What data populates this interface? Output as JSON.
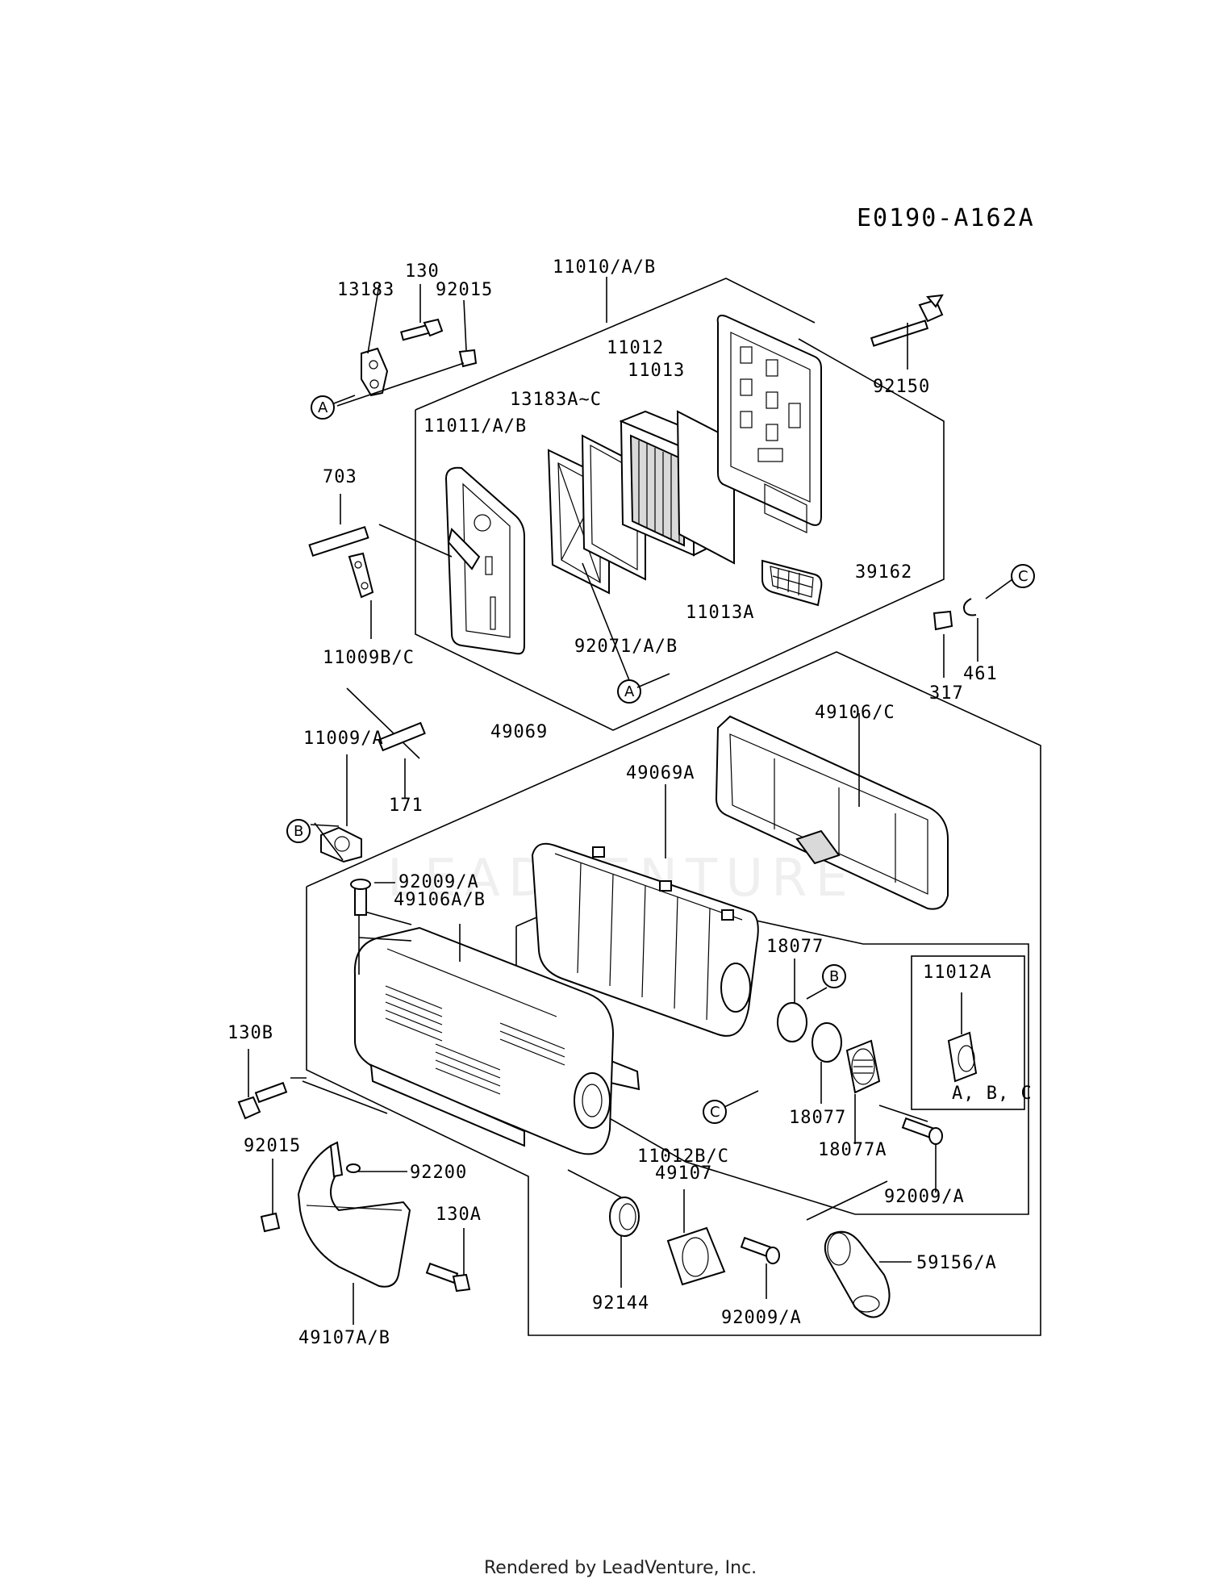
{
  "diagram": {
    "code": "E0190-A162A",
    "watermark": "LEADVENTURE",
    "footer": "Rendered by LeadVenture, Inc.",
    "parts": {
      "p130": "130",
      "p13183": "13183",
      "p92015_top": "92015",
      "p11010": "11010/A/B",
      "p11012": "11012",
      "p11013": "11013",
      "p13183AC": "13183A~C",
      "p11011": "11011/A/B",
      "p92150": "92150",
      "p703": "703",
      "p39162": "39162",
      "p11013A": "11013A",
      "p92071": "92071/A/B",
      "p11009BC": "11009B/C",
      "p317": "317",
      "p461": "461",
      "p11009A": "11009/A",
      "p49069": "49069",
      "p49106C": "49106/C",
      "p49069A": "49069A",
      "p171": "171",
      "p92009_top": "92009/A",
      "p49106AB": "49106A/B",
      "p18077_top": "18077",
      "p11012A": "11012A",
      "p11012A_var": "A, B, C",
      "p130B": "130B",
      "p18077_bot": "18077",
      "p18077A": "18077A",
      "p92015_bot": "92015",
      "p92200": "92200",
      "p11012BC": "11012B/C",
      "p49107": "49107",
      "p130A": "130A",
      "p92009_right": "92009/A",
      "p59156": "59156/A",
      "p92144": "92144",
      "p92009_bot": "92009/A",
      "p49107AB": "49107A/B"
    },
    "refs": {
      "A": "A",
      "B": "B",
      "C": "C"
    }
  }
}
